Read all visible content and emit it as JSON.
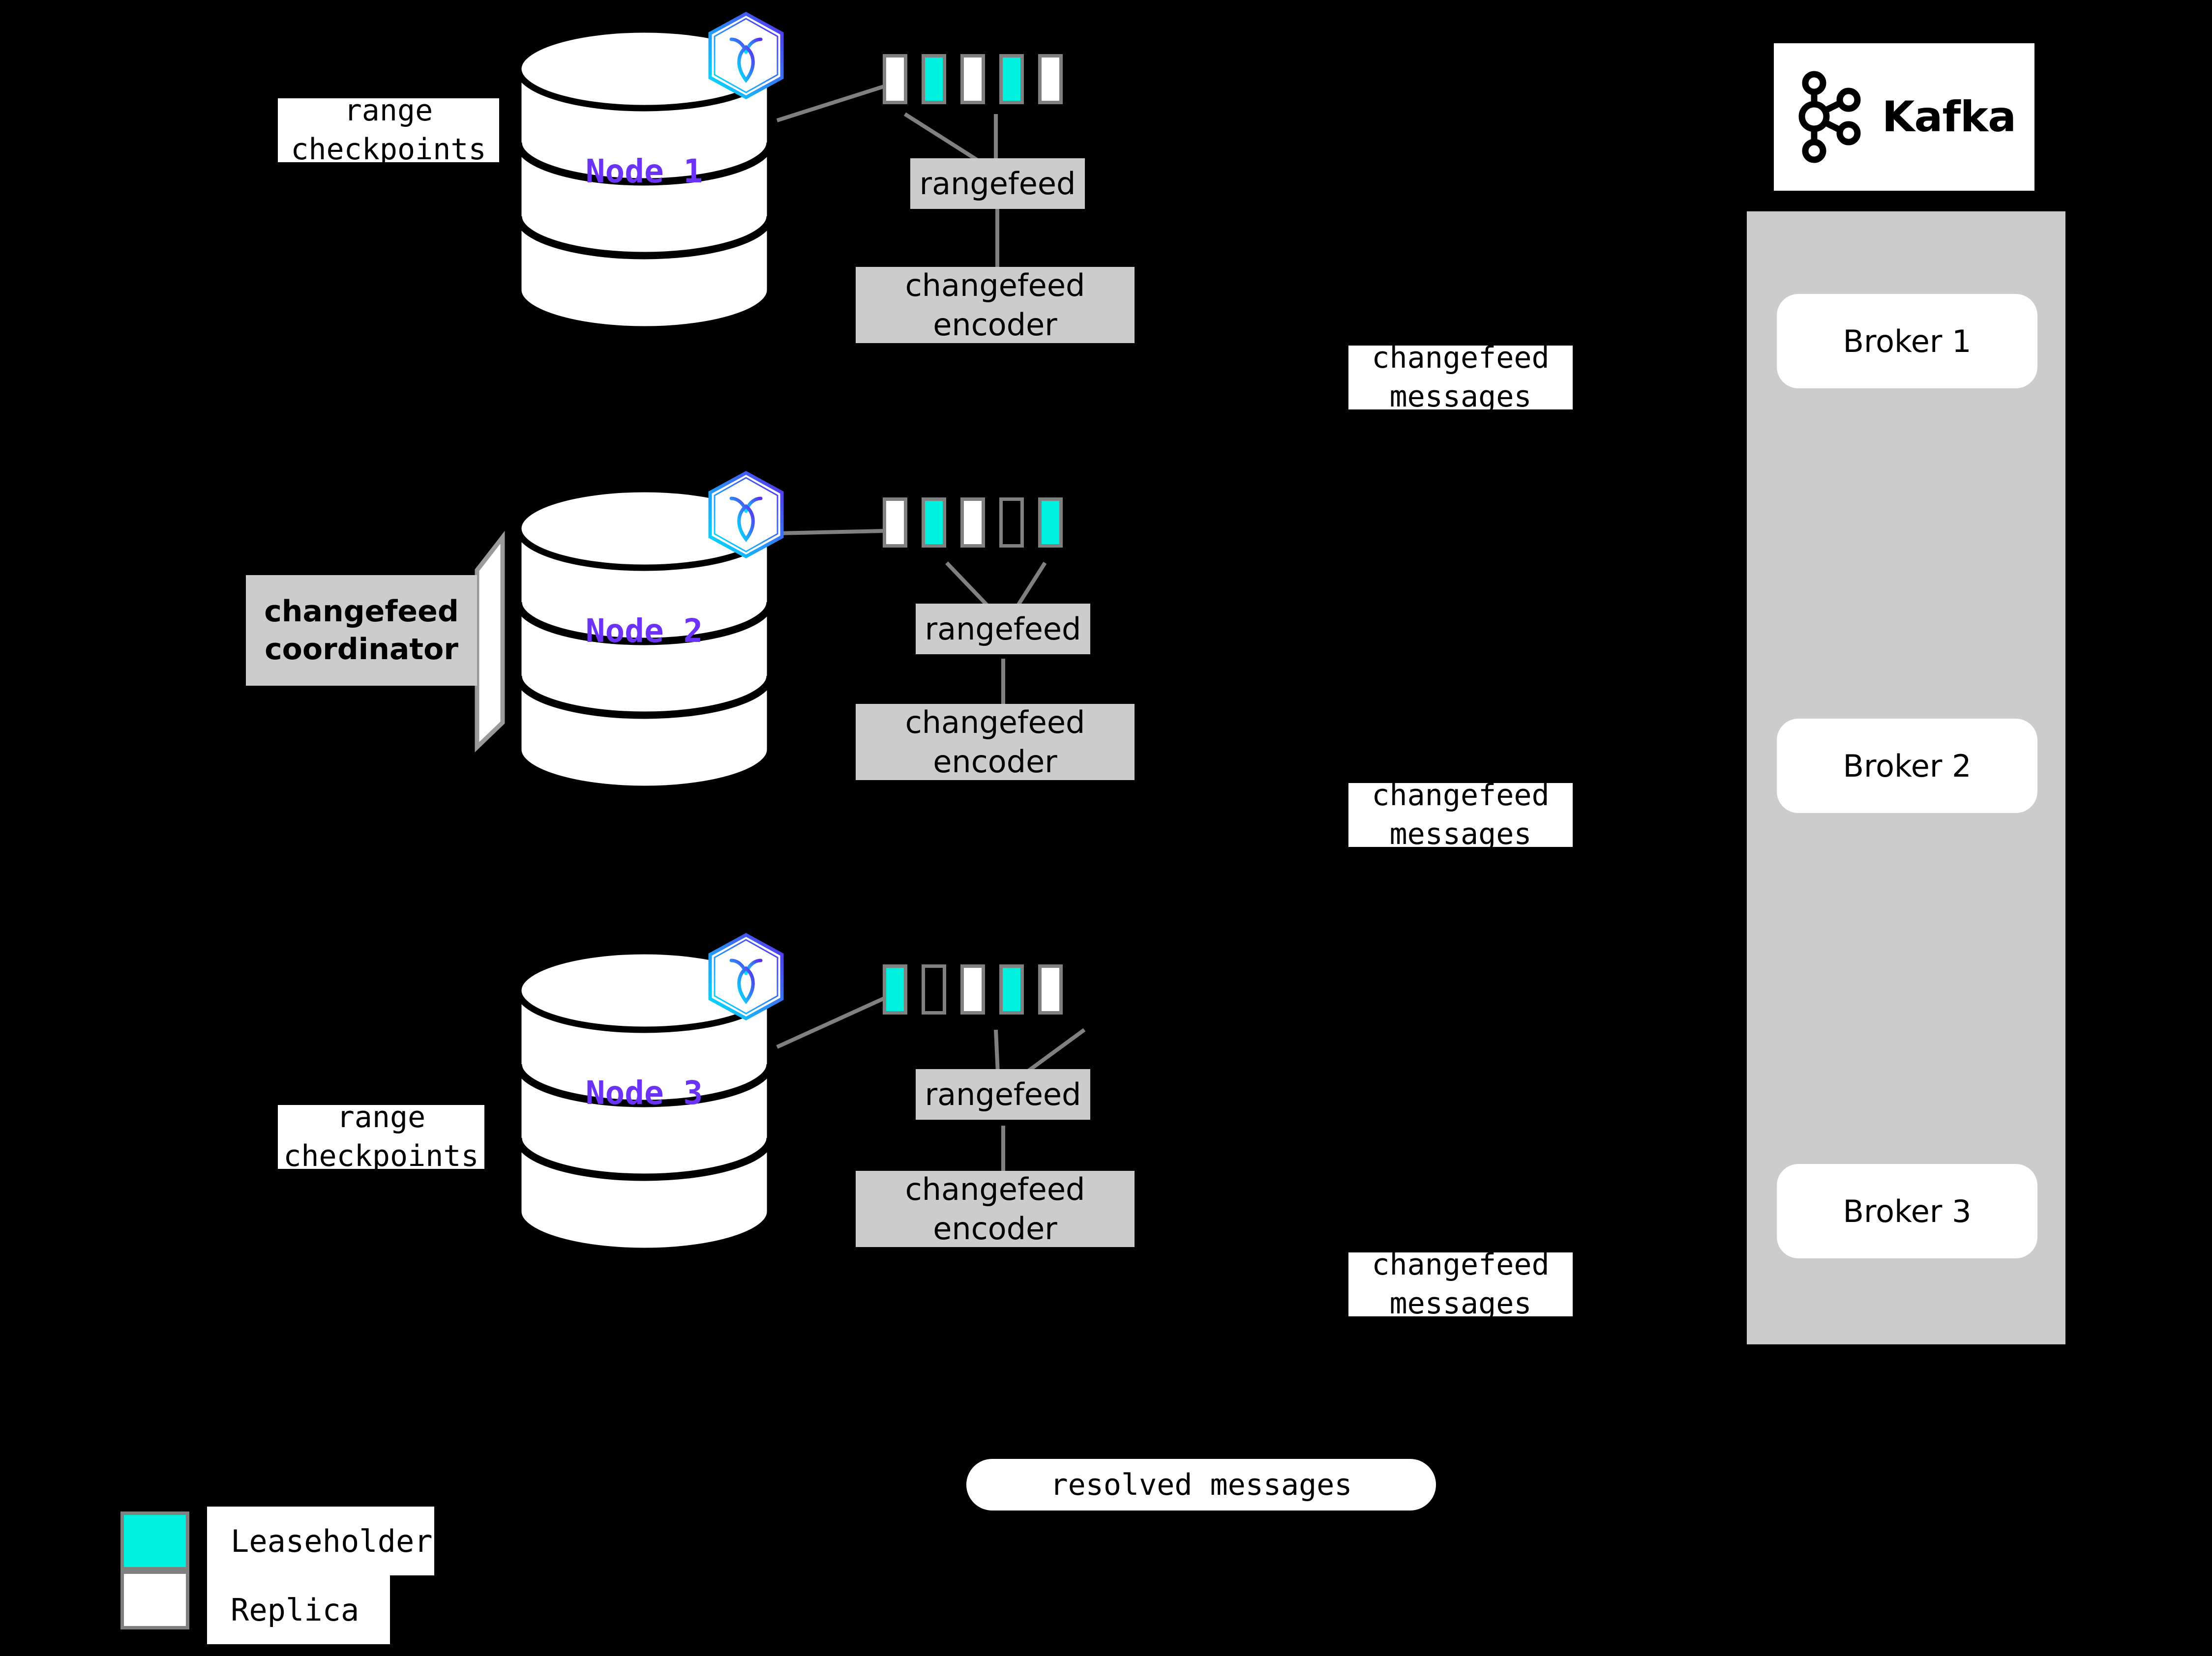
{
  "diagram": {
    "title": "CockroachDB changefeed to Kafka architecture",
    "colors": {
      "leaseholder": "#00F0E0",
      "replica": "#FFFFFF",
      "range_border": "#808080",
      "process_box": "#CCCCCC",
      "node_label": "#6B33F7",
      "background": "#000000"
    }
  },
  "nodes": [
    {
      "id": "node1",
      "label": "Node 1",
      "logo_icon": "cockroachdb-hexagon-icon",
      "ranges": [
        "replica",
        "leaseholder",
        "replica",
        "leaseholder",
        "replica"
      ],
      "rangefeed_label": "rangefeed",
      "encoder_label": "changefeed\nencoder",
      "checkpoints_label": "range\ncheckpoints",
      "has_checkpoints": true,
      "has_coordinator": false,
      "messages_label": "changefeed\nmessages"
    },
    {
      "id": "node2",
      "label": "Node 2",
      "logo_icon": "cockroachdb-hexagon-icon",
      "ranges": [
        "replica",
        "leaseholder",
        "replica",
        "empty",
        "leaseholder"
      ],
      "rangefeed_label": "rangefeed",
      "encoder_label": "changefeed\nencoder",
      "checkpoints_label": "",
      "has_checkpoints": false,
      "has_coordinator": true,
      "coordinator_label": "changefeed\ncoordinator",
      "messages_label": "changefeed\nmessages"
    },
    {
      "id": "node3",
      "label": "Node 3",
      "logo_icon": "cockroachdb-hexagon-icon",
      "ranges": [
        "leaseholder",
        "empty",
        "replica",
        "leaseholder",
        "replica"
      ],
      "rangefeed_label": "rangefeed",
      "encoder_label": "changefeed\nencoder",
      "checkpoints_label": "range\ncheckpoints",
      "has_checkpoints": true,
      "has_coordinator": false,
      "messages_label": "changefeed\nmessages"
    }
  ],
  "kafka": {
    "logo_name": "Kafka",
    "logo_icon": "kafka-logo-icon",
    "brokers": [
      {
        "label": "Broker 1"
      },
      {
        "label": "Broker 2"
      },
      {
        "label": "Broker 3"
      }
    ]
  },
  "resolved": {
    "label": "resolved messages"
  },
  "legend": {
    "items": [
      {
        "swatch": "leaseholder",
        "label": "Leaseholder"
      },
      {
        "swatch": "replica",
        "label": "Replica"
      }
    ]
  },
  "labels": {
    "rangefeed": "rangefeed",
    "changefeed_encoder_l1": "changefeed",
    "changefeed_encoder_l2": "encoder",
    "changefeed_messages_l1": "changefeed",
    "changefeed_messages_l2": "messages",
    "range_l1": "range",
    "range_l2": "checkpoints",
    "coordinator_l1": "changefeed",
    "coordinator_l2": "coordinator",
    "node1": "Node 1",
    "node2": "Node 2",
    "node3": "Node 3",
    "broker1": "Broker 1",
    "broker2": "Broker 2",
    "broker3": "Broker 3",
    "kafka": "Kafka",
    "resolved_messages": "resolved messages",
    "leaseholder": "Leaseholder",
    "replica": "Replica"
  }
}
